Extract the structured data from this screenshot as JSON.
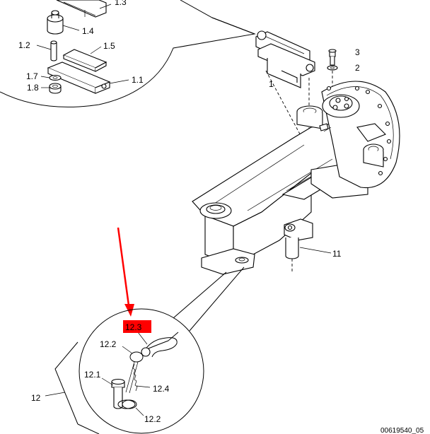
{
  "labels": {
    "l1": "1",
    "l1_1": "1.1",
    "l1_2": "1.2",
    "l1_3": "1.3",
    "l1_4": "1.4",
    "l1_5": "1.5",
    "l1_7": "1.7",
    "l1_8": "1.8",
    "l2": "2",
    "l3": "3",
    "l11": "11",
    "l12": "12",
    "l12_1": "12.1",
    "l12_2a": "12.2",
    "l12_2b": "12.2",
    "l12_3": "12.3",
    "l12_4": "12.4"
  },
  "document_id": "00619540_05",
  "colors": {
    "highlight": "#ff0000",
    "line": "#000000",
    "background": "#ffffff"
  }
}
